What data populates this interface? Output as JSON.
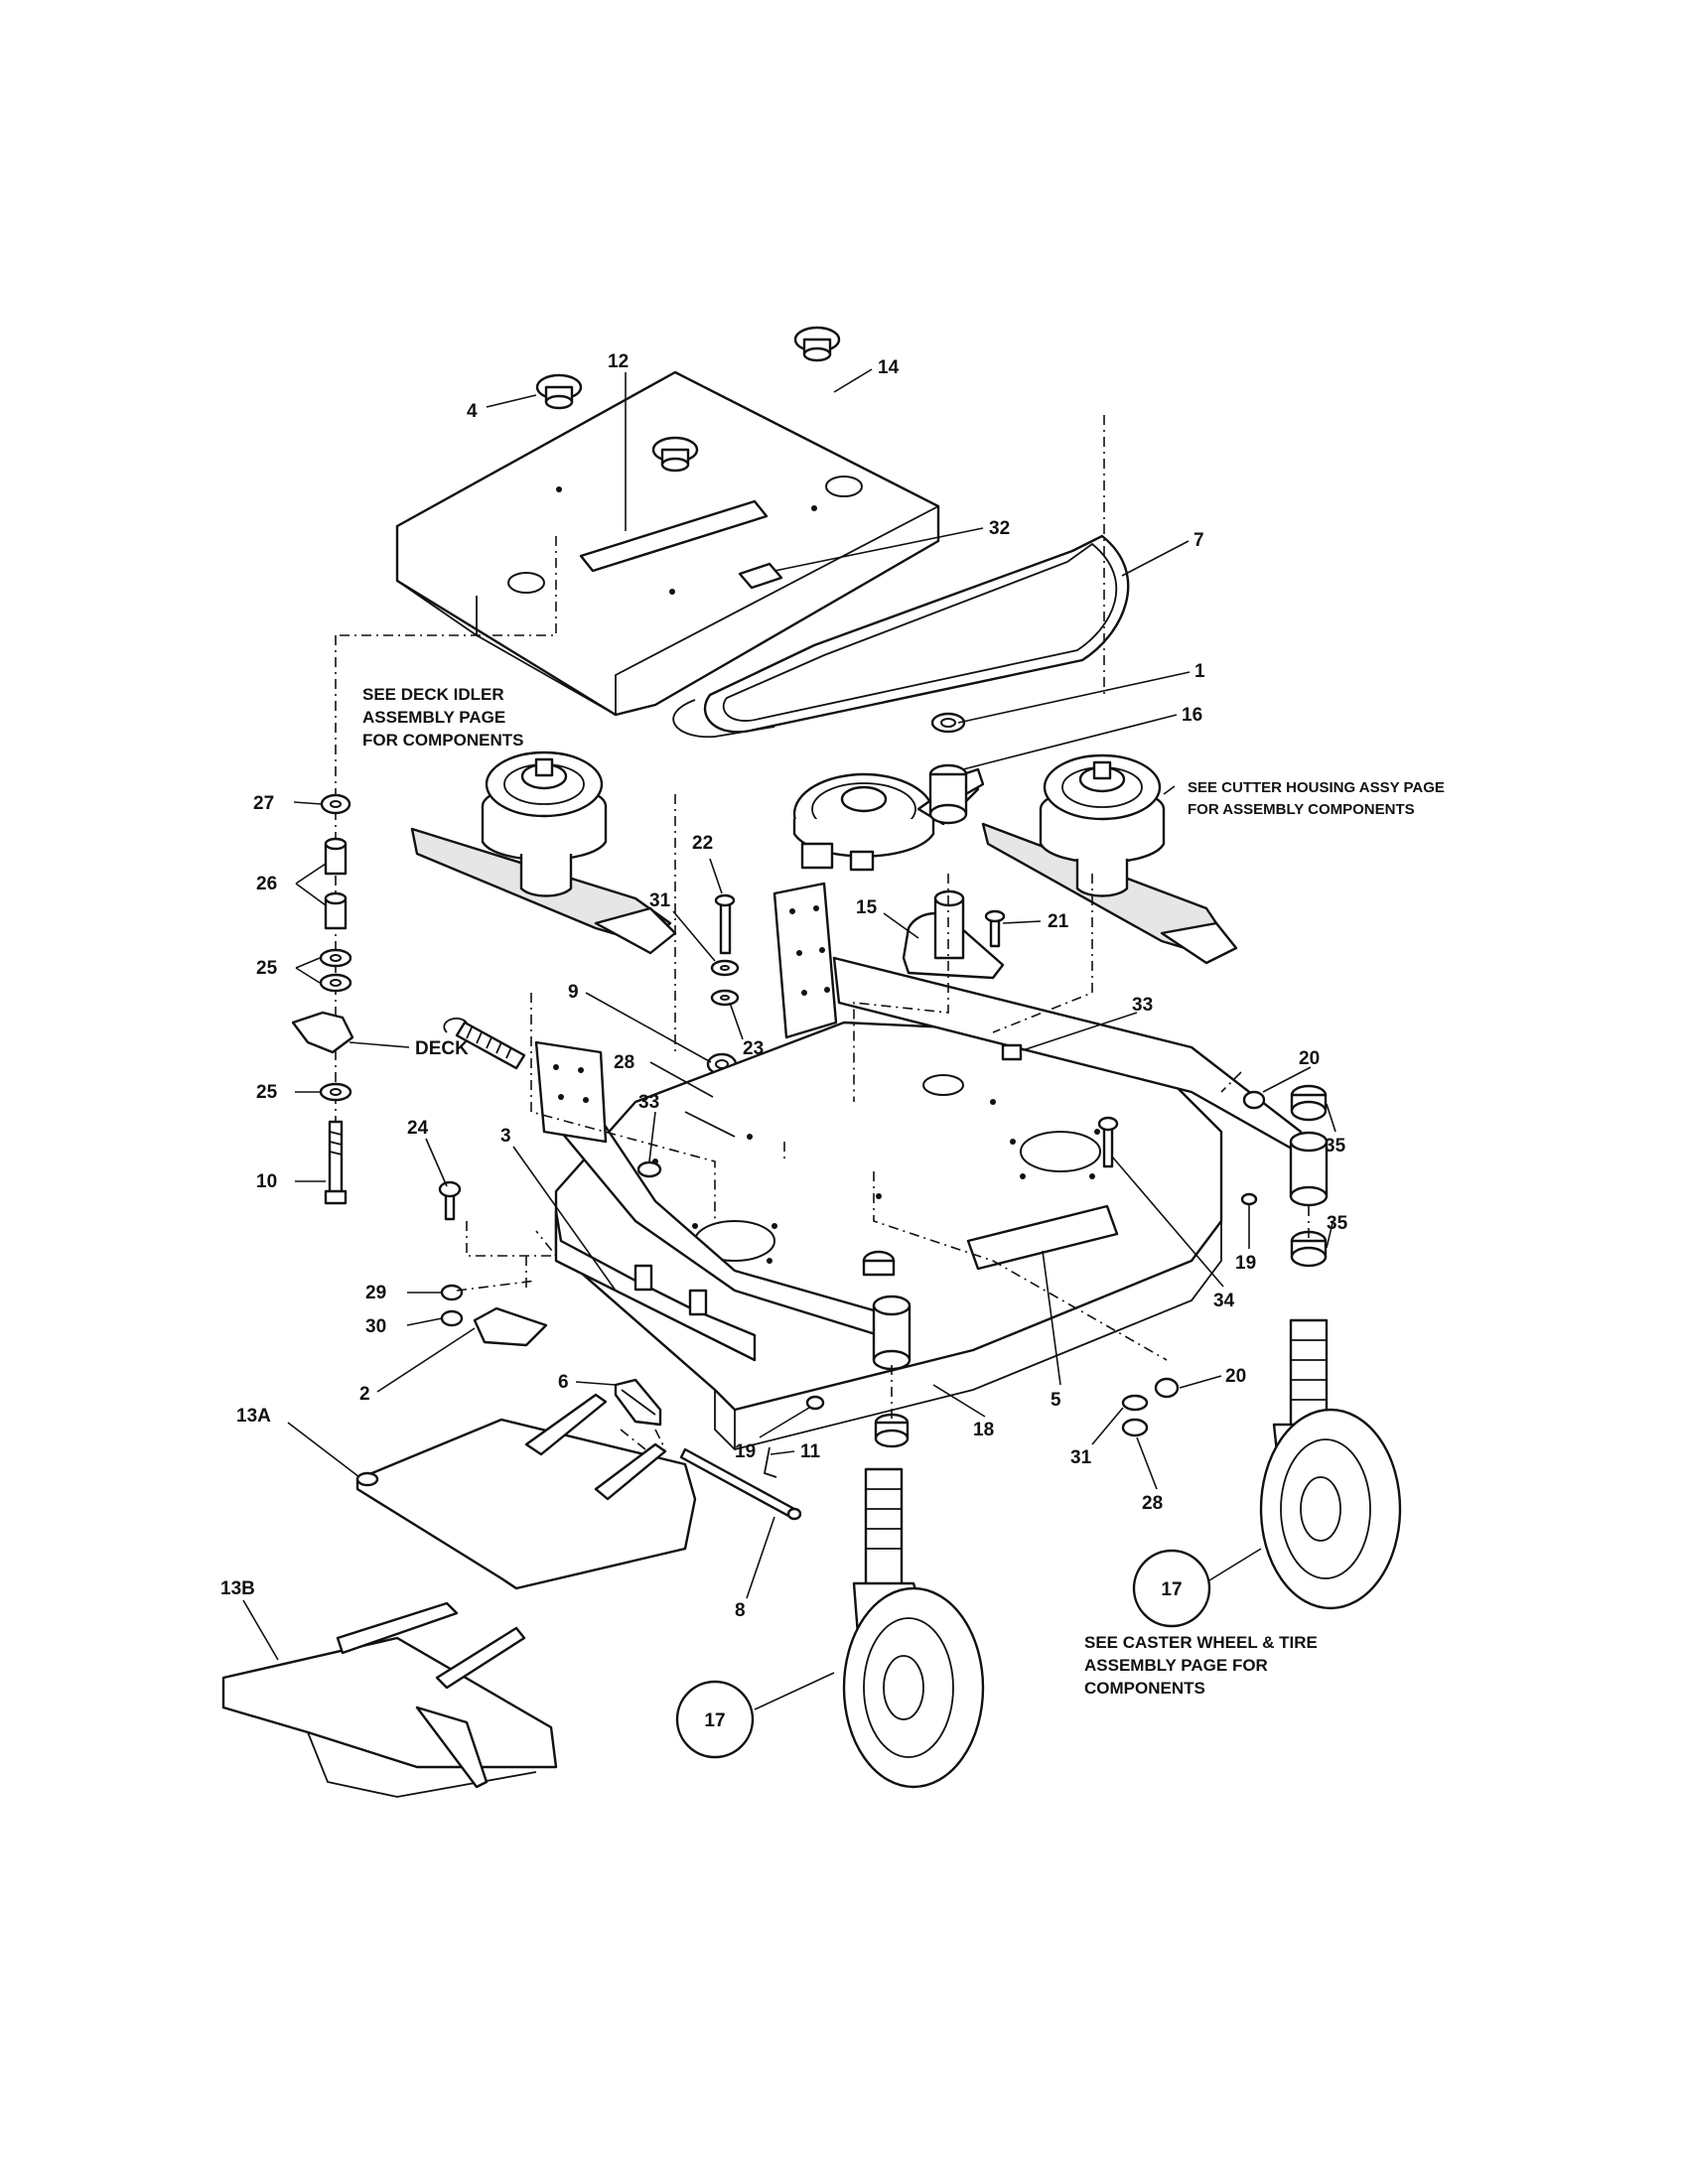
{
  "callouts": {
    "c4": "4",
    "c12": "12",
    "c14": "14",
    "c32": "32",
    "c7": "7",
    "c1": "1",
    "c16": "16",
    "c27": "27",
    "c26": "26",
    "c25a": "25",
    "c25b": "25",
    "c10": "10",
    "deck": "DECK",
    "c22": "22",
    "c31a": "31",
    "c9": "9",
    "c23": "23",
    "c28a": "28",
    "c15": "15",
    "c21": "21",
    "c33a": "33",
    "c33b": "33",
    "c20a": "20",
    "c35a": "35",
    "c35b": "35",
    "c19a": "19",
    "c34": "34",
    "c24": "24",
    "c3": "3",
    "c29": "29",
    "c30": "30",
    "c2": "2",
    "c6": "6",
    "c5": "5",
    "c18": "18",
    "c19b": "19",
    "c20b": "20",
    "c31b": "31",
    "c28b": "28",
    "c13a": "13A",
    "c11": "11",
    "c8": "8",
    "c13b": "13B",
    "c17a": "17",
    "c17b": "17"
  },
  "notes": {
    "deck_idler": [
      "SEE DECK IDLER",
      "ASSEMBLY PAGE",
      "FOR COMPONENTS"
    ],
    "cutter_housing": [
      "SEE CUTTER HOUSING ASSY PAGE",
      "FOR ASSEMBLY COMPONENTS"
    ],
    "caster_wheel": [
      "SEE CASTER WHEEL & TIRE",
      "ASSEMBLY PAGE FOR",
      "COMPONENTS"
    ]
  }
}
